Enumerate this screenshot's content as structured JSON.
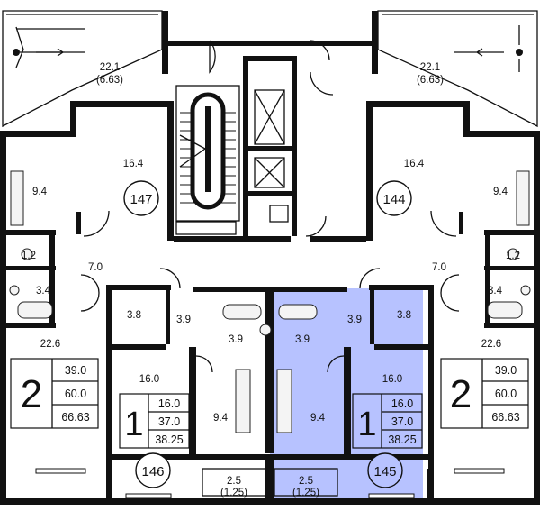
{
  "colors": {
    "wall": "#111111",
    "highlight": "#b7c2ff",
    "background": "#ffffff"
  },
  "balconies": [
    {
      "area": "22.1",
      "reduced": "(6.63)"
    },
    {
      "area": "22.1",
      "reduced": "(6.63)"
    }
  ],
  "rooms": {
    "r147_living": "16.4",
    "r147_kitchen": "9.4",
    "r147_wc": "1.2",
    "r147_hall": "7.0",
    "r147_bath": "3.4",
    "r147_bedroom": "22.6",
    "r144_living": "16.4",
    "r144_kitchen": "9.4",
    "r144_wc": "1.2",
    "r144_hall": "7.0",
    "r144_bath": "3.4",
    "r144_bedroom": "22.6",
    "r146_bath": "3.8",
    "r146_hall": "3.9",
    "r146_corr": "3.9",
    "r146_living": "16.0",
    "r146_kitchen": "9.4",
    "r146_loggia": "2.5",
    "r146_loggia_reduced": "(1.25)",
    "r145_corr": "3.9",
    "r145_hall": "3.9",
    "r145_bath": "3.8",
    "r145_living": "16.0",
    "r145_kitchen": "9.4",
    "r145_loggia": "2.5",
    "r145_loggia_reduced": "(1.25)"
  },
  "apartments": [
    {
      "number": "147"
    },
    {
      "number": "144"
    },
    {
      "number": "146"
    },
    {
      "number": "145"
    }
  ],
  "tables": [
    {
      "rooms": "2",
      "values": [
        "39.0",
        "60.0",
        "66.63"
      ]
    },
    {
      "rooms": "2",
      "values": [
        "39.0",
        "60.0",
        "66.63"
      ]
    },
    {
      "rooms": "1",
      "values": [
        "16.0",
        "37.0",
        "38.25"
      ]
    },
    {
      "rooms": "1",
      "values": [
        "16.0",
        "37.0",
        "38.25"
      ]
    }
  ]
}
